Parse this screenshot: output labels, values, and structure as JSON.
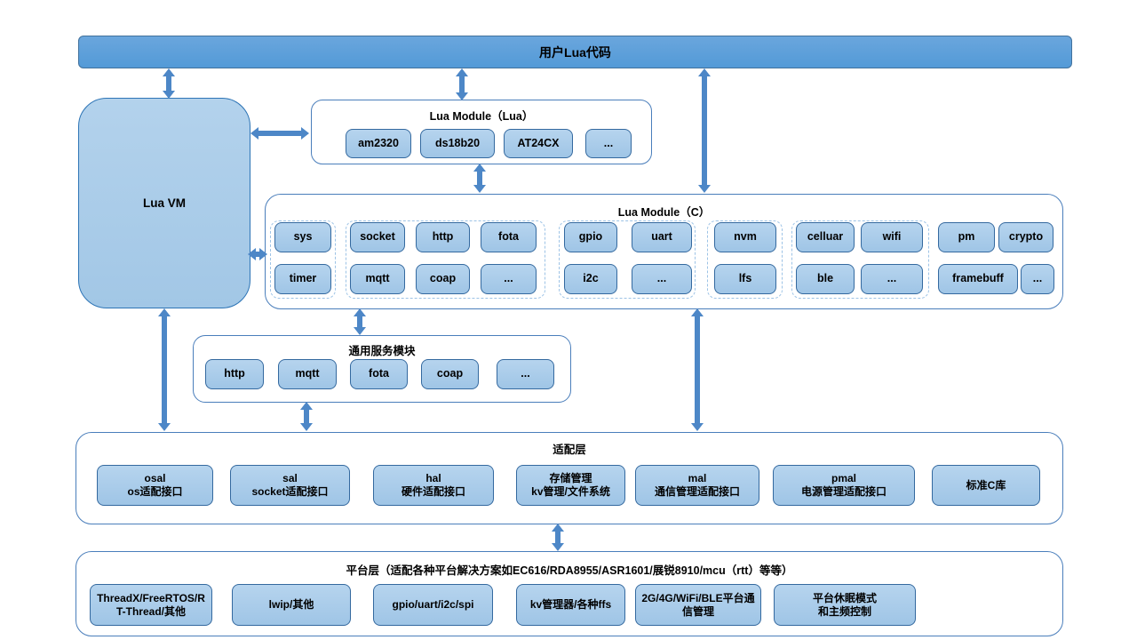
{
  "colors": {
    "banner_blue": "#5b9bd5",
    "cell_fill": "#a9cce9",
    "cell_border": "#2e75b6",
    "container_border": "#4a7ebb",
    "dashed_border": "#9dc3e6",
    "arrow_blue": "#4d87c7"
  },
  "top_bar": {
    "label": "用户Lua代码"
  },
  "lua_vm": {
    "label": "Lua VM"
  },
  "lua_module_lua": {
    "title": "Lua Module（Lua）",
    "items": [
      "am2320",
      "ds18b20",
      "AT24CX",
      "..."
    ]
  },
  "lua_module_c": {
    "title": "Lua Module（C）",
    "groups": [
      {
        "r1": [
          "sys"
        ],
        "r2": [
          "timer"
        ]
      },
      {
        "r1": [
          "socket",
          "http",
          "fota"
        ],
        "r2": [
          "mqtt",
          "coap",
          "..."
        ]
      },
      {
        "r1": [
          "gpio",
          "uart"
        ],
        "r2": [
          "i2c",
          "..."
        ]
      },
      {
        "r1": [
          "nvm"
        ],
        "r2": [
          "lfs"
        ]
      },
      {
        "r1": [
          "celluar",
          "wifi"
        ],
        "r2": [
          "ble",
          "..."
        ]
      },
      {
        "r1": [
          "pm",
          "crypto"
        ],
        "r2": [
          "framebuff",
          "..."
        ]
      }
    ]
  },
  "common_services": {
    "title": "通用服务模块",
    "items": [
      "http",
      "mqtt",
      "fota",
      "coap",
      "..."
    ]
  },
  "adaptation_layer": {
    "title": "适配层",
    "items": [
      {
        "line1": "osal",
        "line2": "os适配接口"
      },
      {
        "line1": "sal",
        "line2": "socket适配接口"
      },
      {
        "line1": "hal",
        "line2": "硬件适配接口"
      },
      {
        "line1": "存储管理",
        "line2": "kv管理/文件系统"
      },
      {
        "line1": "mal",
        "line2": "通信管理适配接口"
      },
      {
        "line1": "pmal",
        "line2": "电源管理适配接口"
      },
      {
        "line1": "标准C库",
        "line2": ""
      }
    ]
  },
  "platform_layer": {
    "title": "平台层（适配各种平台解决方案如EC616/RDA8955/ASR1601/展锐8910/mcu（rtt）等等）",
    "items": [
      {
        "line1": "ThreadX/FreeRTOS/RT-Thread/其他",
        "line2": ""
      },
      {
        "line1": "lwip/其他",
        "line2": ""
      },
      {
        "line1": "gpio/uart/i2c/spi",
        "line2": ""
      },
      {
        "line1": "kv管理器/各种ffs",
        "line2": ""
      },
      {
        "line1": "2G/4G/WiFi/BLE平台通信管理",
        "line2": ""
      },
      {
        "line1": "平台休眠模式",
        "line2": "和主频控制"
      }
    ]
  }
}
